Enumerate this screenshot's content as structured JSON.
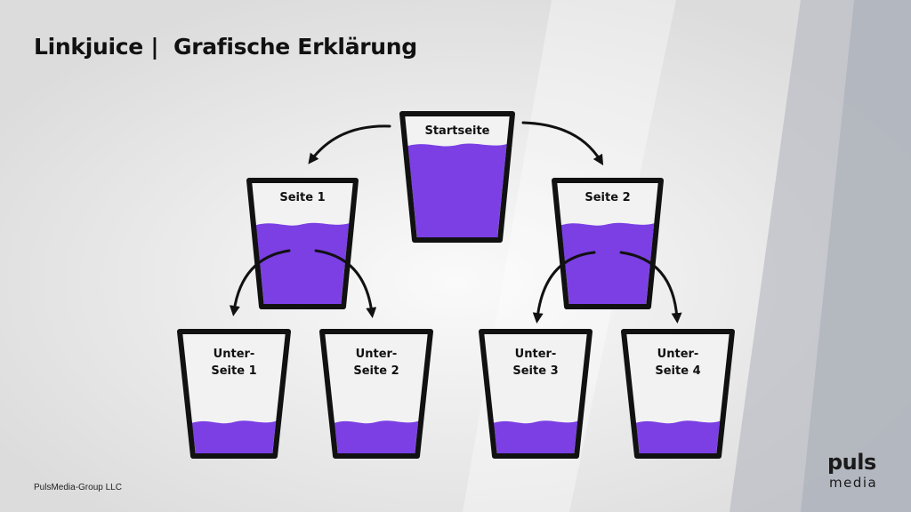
{
  "header": {
    "title": "Linkjuice |  Grafische Erklärung"
  },
  "footer": {
    "company": "PulsMedia-Group LLC"
  },
  "logo": {
    "main": "puls",
    "sub": "media"
  },
  "colors": {
    "water": "#7b3fe4",
    "outline": "#111111",
    "glass": "#f2f2f2"
  },
  "glasses": [
    {
      "id": "startseite",
      "label": "Startseite",
      "fill": 0.76
    },
    {
      "id": "seite-1",
      "label": "Seite 1",
      "fill": 0.66
    },
    {
      "id": "seite-2",
      "label": "Seite 2",
      "fill": 0.66
    },
    {
      "id": "unterseite-1",
      "label": "Unter-\nSeite 1",
      "fill": 0.28
    },
    {
      "id": "unterseite-2",
      "label": "Unter-\nSeite 2",
      "fill": 0.28
    },
    {
      "id": "unterseite-3",
      "label": "Unter-\nSeite 3",
      "fill": 0.28
    },
    {
      "id": "unterseite-4",
      "label": "Unter-\nSeite 4",
      "fill": 0.28
    }
  ],
  "links": [
    {
      "from": "startseite",
      "to": "seite-1"
    },
    {
      "from": "startseite",
      "to": "seite-2"
    },
    {
      "from": "seite-1",
      "to": "unterseite-1"
    },
    {
      "from": "seite-1",
      "to": "unterseite-2"
    },
    {
      "from": "seite-2",
      "to": "unterseite-3"
    },
    {
      "from": "seite-2",
      "to": "unterseite-4"
    }
  ]
}
